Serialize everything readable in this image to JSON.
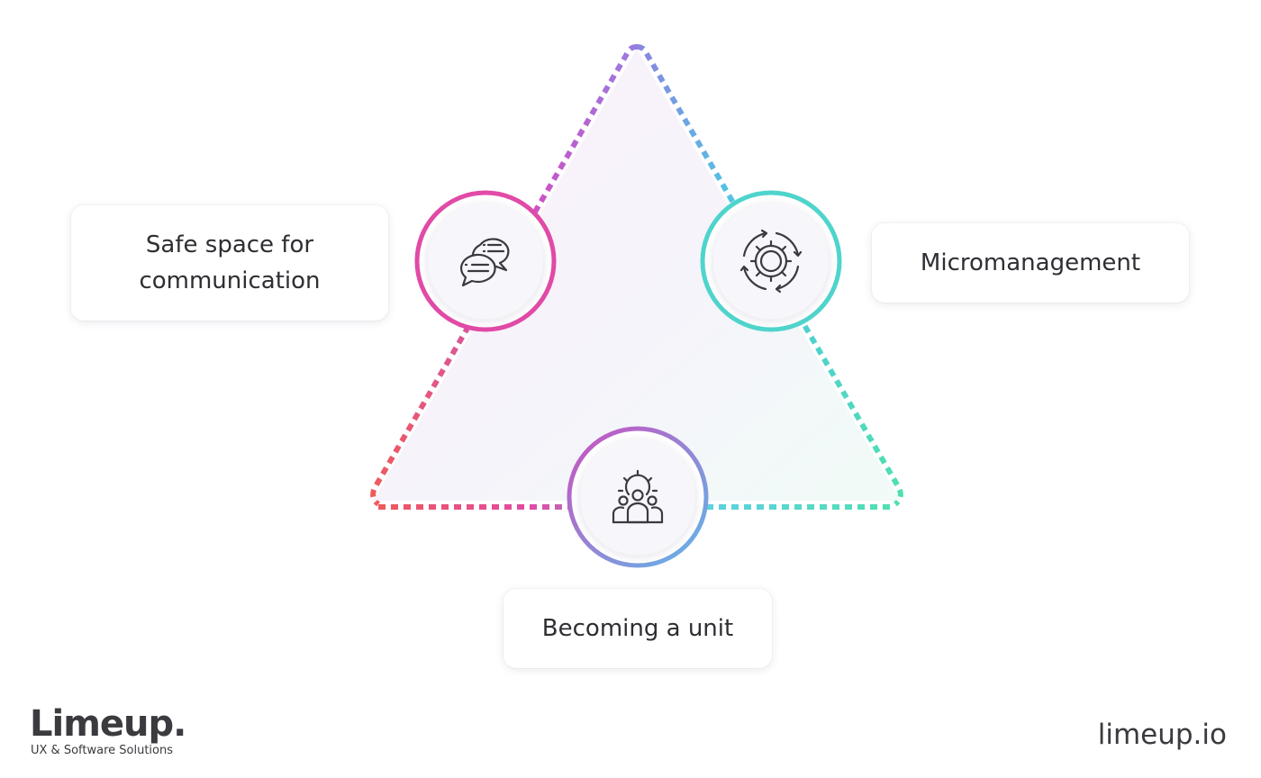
{
  "nodes": {
    "safe": {
      "label": "Safe space for communication",
      "lines": [
        "Safe space for",
        "communication"
      ],
      "icon": "chat-bubbles-icon",
      "ring_color": "#e14aa6"
    },
    "micro": {
      "label": "Micromanagement",
      "icon": "gear-cycle-icon",
      "ring_color": "#4fd4cc"
    },
    "unit": {
      "label": "Becoming a unit",
      "icon": "team-gear-icon",
      "ring_colors": [
        "#c44fc4",
        "#5fb7e8"
      ]
    }
  },
  "edge_colors": {
    "top": "#8e7be0",
    "left_bottom": "#f05a5a",
    "right_bottom": "#4fe0b4",
    "pink": "#e14aa6",
    "cyan": "#4fd4cc"
  },
  "brand": {
    "name": "Limeup.",
    "tagline": "UX & Software Solutions"
  },
  "site": "limeup.io"
}
